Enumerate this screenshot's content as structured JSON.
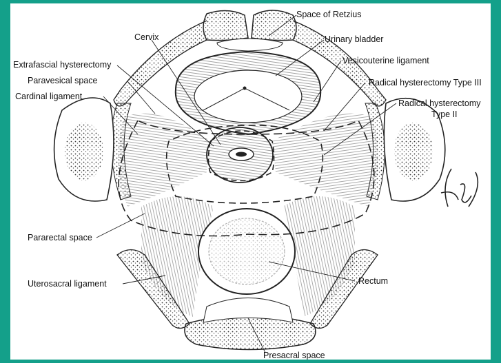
{
  "colors": {
    "frame": "#14a08a",
    "paper": "#ffffff",
    "ink": "#222222"
  },
  "labels": {
    "space_of_retzius": "Space of Retzius",
    "urinary_bladder": "Urinary bladder",
    "cervix": "Cervix",
    "vesicouterine_ligament": "Vesicouterine ligament",
    "extrafascial_hysterectomy": "Extrafascial hysterectomy",
    "paravesical_space": "Paravesical space",
    "radical_type_iii": "Radical hysterectomy Type III",
    "cardinal_ligament": "Cardinal ligament",
    "radical_type_ii_line1": "Radical hysterectomy",
    "radical_type_ii_line2": "Type II",
    "pararectal_space": "Pararectal space",
    "rectum": "Rectum",
    "uterosacral_ligament": "Uterosacral ligament",
    "presacral_space": "Presacral space"
  },
  "signature": "Hong"
}
